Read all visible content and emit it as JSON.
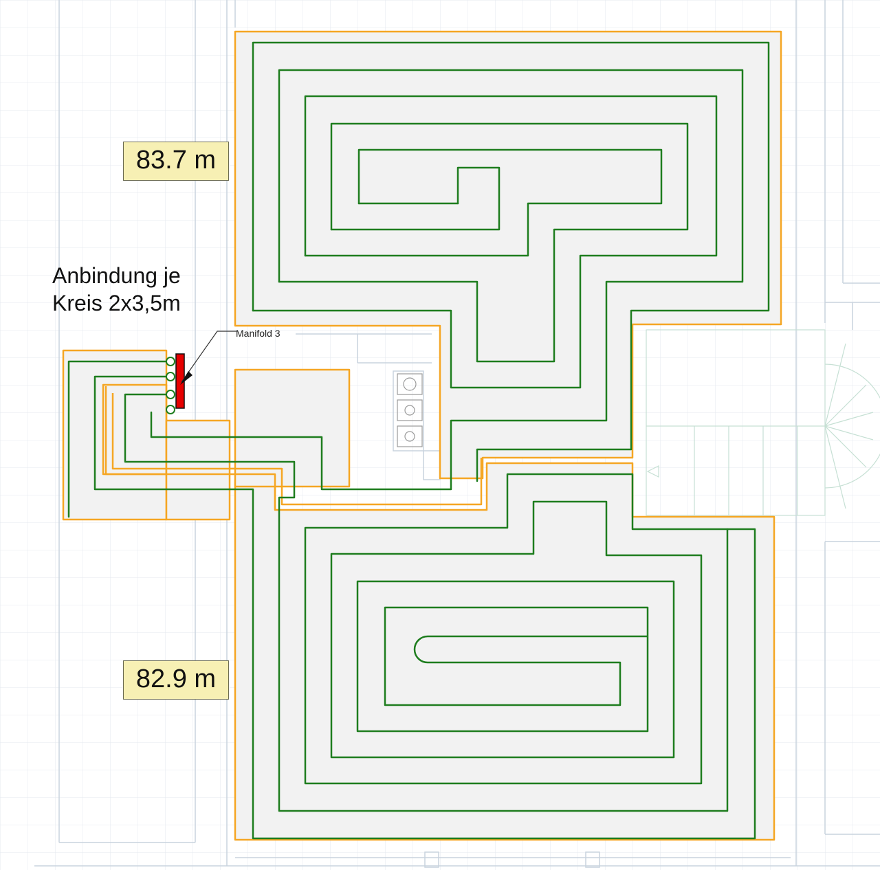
{
  "circuits": [
    {
      "id": "upper",
      "length_label": "83.7 m"
    },
    {
      "id": "lower",
      "length_label": "82.9 m"
    }
  ],
  "note": {
    "line1": "Anbindung je",
    "line2": "Kreis 2x3,5m"
  },
  "manifold": {
    "label": "Manifold 3"
  },
  "colors": {
    "pipe": "#1e7d1e",
    "zone_border": "#f5a623",
    "zone_fill": "#f2f2f2",
    "manifold": "#e60000",
    "grid": "#dde3ea",
    "label_bg": "#f7f0b4"
  }
}
